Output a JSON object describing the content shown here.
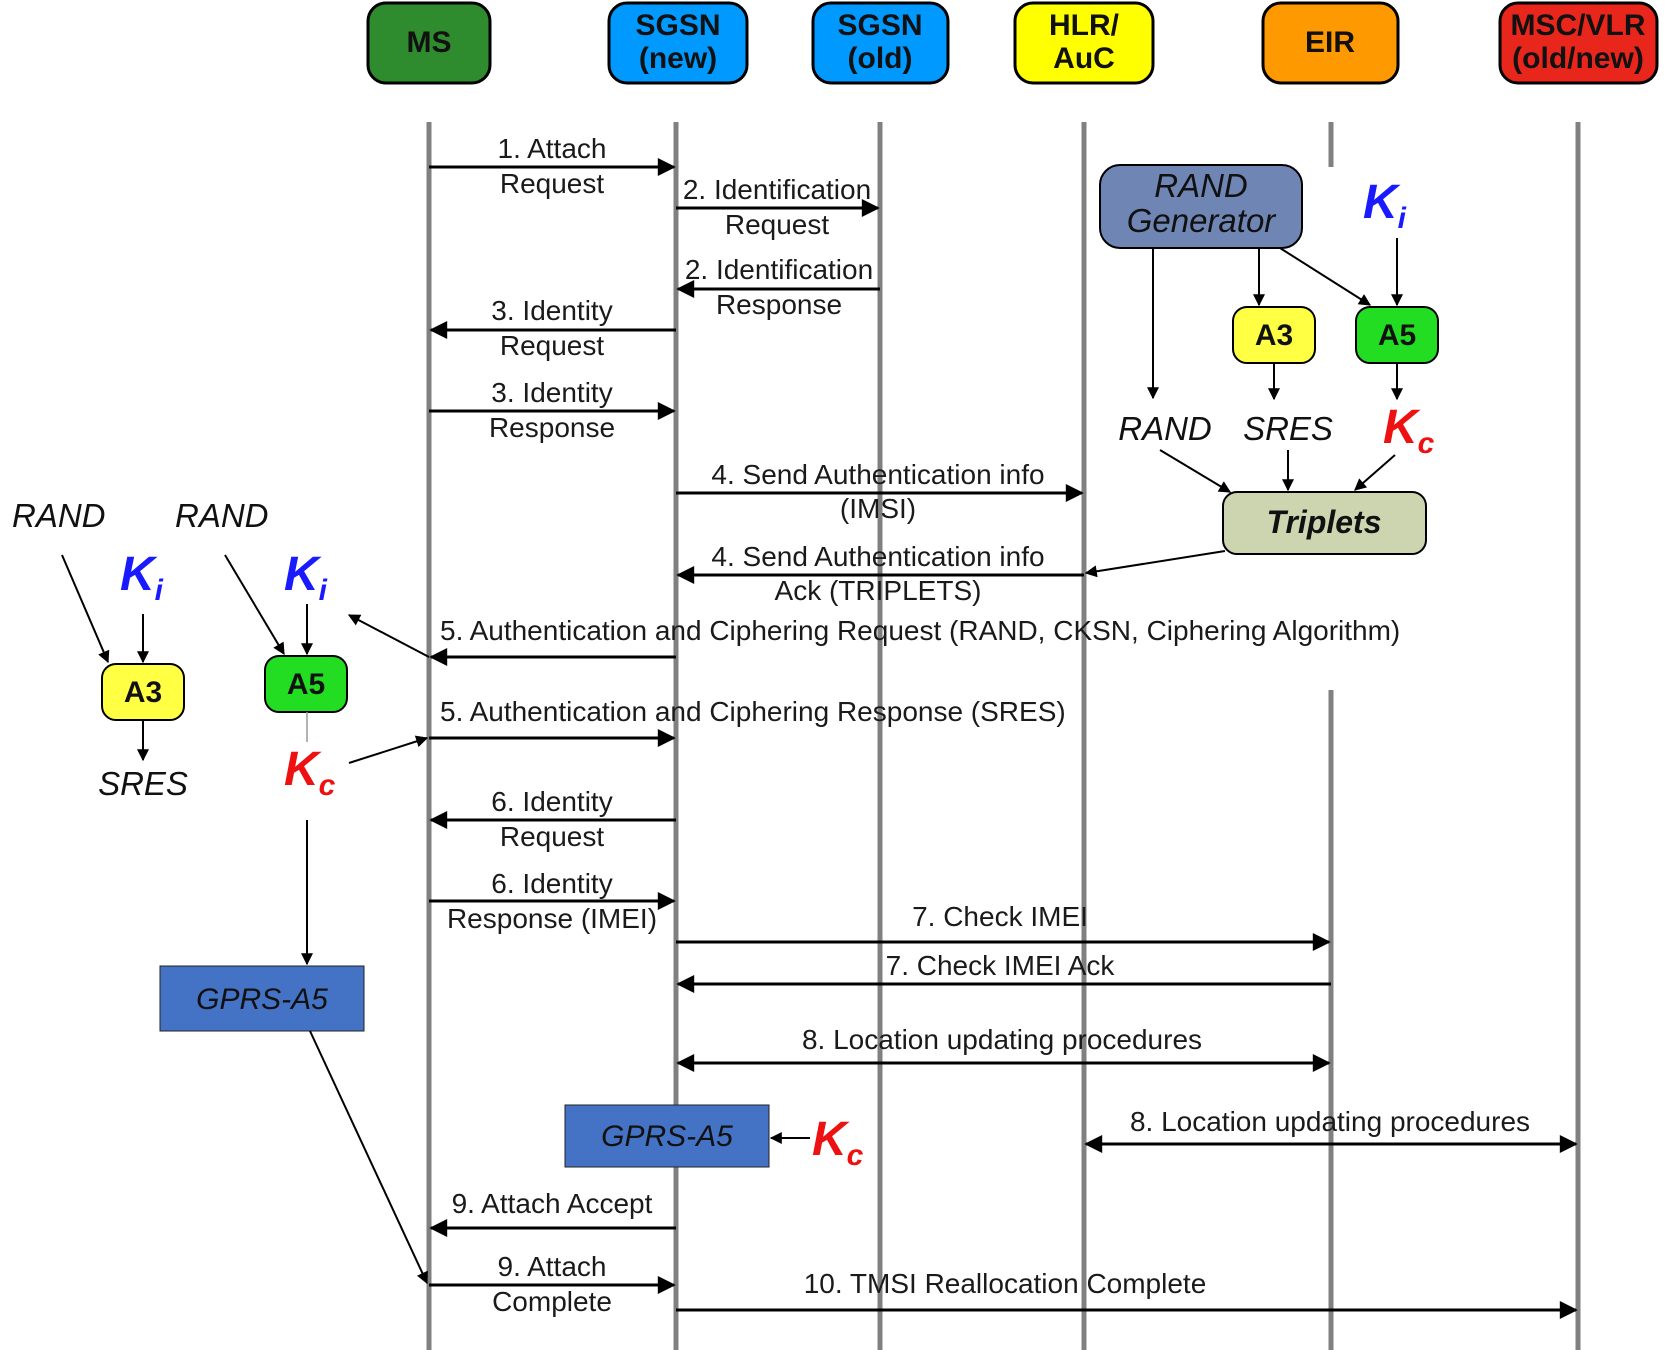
{
  "entities": [
    {
      "id": "ms",
      "line1": "MS",
      "line2": "",
      "color": "#2e8b2e"
    },
    {
      "id": "sgsn_new",
      "line1": "SGSN",
      "line2": "(new)",
      "color": "#0099ff"
    },
    {
      "id": "sgsn_old",
      "line1": "SGSN",
      "line2": "(old)",
      "color": "#0099ff"
    },
    {
      "id": "hlr",
      "line1": "HLR/",
      "line2": "AuC",
      "color": "#ffff00"
    },
    {
      "id": "eir",
      "line1": "EIR",
      "line2": "",
      "color": "#ff9900"
    },
    {
      "id": "msc",
      "line1": "MSC/VLR",
      "line2": "(old/new)",
      "color": "#e8261b"
    }
  ],
  "messages": [
    {
      "line1": "1. Attach",
      "line2": "Request"
    },
    {
      "line1": "2. Identification",
      "line2": "Request"
    },
    {
      "line1": "2. Identification",
      "line2": "Response"
    },
    {
      "line1": "3. Identity",
      "line2": "Request"
    },
    {
      "line1": "3. Identity",
      "line2": "Response"
    },
    {
      "line1": "4. Send Authentication info",
      "line2": "(IMSI)"
    },
    {
      "line1": "4. Send Authentication info",
      "line2": "Ack (TRIPLETS)"
    },
    {
      "line1": "5. Authentication and Ciphering Request (RAND, CKSN, Ciphering Algorithm)",
      "line2": ""
    },
    {
      "line1": "5. Authentication and Ciphering Response (SRES)",
      "line2": ""
    },
    {
      "line1": "6. Identity",
      "line2": "Request"
    },
    {
      "line1": "6. Identity",
      "line2": "Response (IMEI)"
    },
    {
      "line1": "7. Check IMEI",
      "line2": ""
    },
    {
      "line1": "7. Check IMEI Ack",
      "line2": ""
    },
    {
      "line1": "8. Location updating procedures",
      "line2": ""
    },
    {
      "line1": "8. Location updating procedures",
      "line2": ""
    },
    {
      "line1": "9. Attach Accept",
      "line2": ""
    },
    {
      "line1": "9. Attach",
      "line2": "Complete"
    },
    {
      "line1": "10. TMSI Reallocation Complete",
      "line2": ""
    }
  ],
  "hlr_side": {
    "rand_generator_line1": "RAND",
    "rand_generator_line2": "Generator",
    "ki": "K",
    "ki_sub": "i",
    "a3": "A3",
    "a5": "A5",
    "rand": "RAND",
    "sres": "SRES",
    "kc": "K",
    "kc_sub": "c",
    "triplets": "Triplets"
  },
  "ms_side": {
    "rand_left": "RAND",
    "rand_right": "RAND",
    "ki_left": "K",
    "ki_left_sub": "i",
    "ki_right": "K",
    "ki_right_sub": "i",
    "a3": "A3",
    "a5": "A5",
    "sres": "SRES",
    "kc": "K",
    "kc_sub": "c",
    "gprs_a5": "GPRS-A5"
  },
  "sgsn_side": {
    "gprs_a5": "GPRS-A5",
    "kc": "K",
    "kc_sub": "c"
  },
  "colors": {
    "ki": "#1a1aff",
    "kc": "#ee1111",
    "lifeline": "#808080",
    "gprs_box": "#4472c4",
    "rand_gen_box": "#6f86b5",
    "triplets_box": "#cdd5b0",
    "a3_box": "#ffff44",
    "a5_box": "#22dd22"
  }
}
